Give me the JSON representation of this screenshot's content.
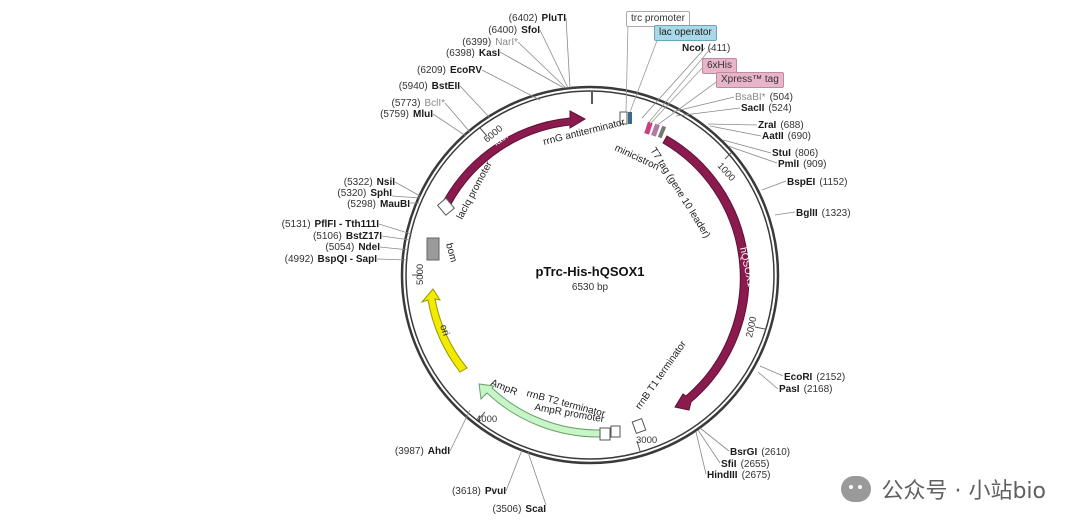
{
  "plasmid": {
    "name": "pTrc-His-hQSOX1",
    "size_label": "6530 bp",
    "total_bp": 6530
  },
  "colors": {
    "backbone": "#3a3a3a",
    "hqsox1": "#8b1a4e",
    "laci": "#8b1a4e",
    "ampr": "#c8f5c8",
    "ori": "#f2ea00",
    "bom": "#9a9a9a",
    "lac_operator_box": "#a9d8e8",
    "his_box": "#e8b4c8",
    "xpress_box": "#e8b4c8"
  },
  "tags": {
    "trc_promoter": "trc promoter",
    "lac_operator": "lac operator",
    "his_tag": "6xHis",
    "xpress_tag": "Xpress™ tag"
  },
  "features": {
    "laci": "lacI",
    "laciq_promoter": "lacIq promoter",
    "bom": "bom",
    "ori": "ori",
    "ampr": "AmpR",
    "ampr_promoter": "AmpR promoter",
    "rrnb_t2": "rrnB T2 terminator",
    "rrnb_t1": "rrnB T1 terminator",
    "hqsox1": "hQSOX1",
    "t7_tag": "T7 tag (gene 10 leader)",
    "rrng": "rrnG antiterminator",
    "minicistron": "minicistron"
  },
  "ruler": [
    "1000",
    "2000",
    "3000",
    "4000",
    "5000",
    "6000"
  ],
  "sites": [
    {
      "name": "PluTI",
      "pos": "(6402)",
      "dim": false
    },
    {
      "name": "SfoI",
      "pos": "(6400)",
      "dim": false
    },
    {
      "name": "NarI*",
      "pos": "(6399)",
      "dim": true
    },
    {
      "name": "KasI",
      "pos": "(6398)",
      "dim": false
    },
    {
      "name": "EcoRV",
      "pos": "(6209)",
      "dim": false
    },
    {
      "name": "BstEII",
      "pos": "(5940)",
      "dim": false
    },
    {
      "name": "BclI*",
      "pos": "(5773)",
      "dim": true
    },
    {
      "name": "MluI",
      "pos": "(5759)",
      "dim": false
    },
    {
      "name": "NsiI",
      "pos": "(5322)",
      "dim": false
    },
    {
      "name": "SphI",
      "pos": "(5320)",
      "dim": false
    },
    {
      "name": "MauBI",
      "pos": "(5298)",
      "dim": false
    },
    {
      "name": "PflFI - Tth111I",
      "pos": "(5131)",
      "dim": false
    },
    {
      "name": "BstZ17I",
      "pos": "(5106)",
      "dim": false
    },
    {
      "name": "NdeI",
      "pos": "(5054)",
      "dim": false
    },
    {
      "name": "BspQI - SapI",
      "pos": "(4992)",
      "dim": false
    },
    {
      "name": "AhdI",
      "pos": "(3987)",
      "dim": false
    },
    {
      "name": "PvuI",
      "pos": "(3618)",
      "dim": false
    },
    {
      "name": "ScaI",
      "pos": "(3506)",
      "dim": false
    },
    {
      "name": "NcoI",
      "pos": "(411)",
      "dim": false
    },
    {
      "name": "BsaBI*",
      "pos": "(504)",
      "dim": true
    },
    {
      "name": "SacII",
      "pos": "(524)",
      "dim": false
    },
    {
      "name": "ZraI",
      "pos": "(688)",
      "dim": false
    },
    {
      "name": "AatII",
      "pos": "(690)",
      "dim": false
    },
    {
      "name": "StuI",
      "pos": "(806)",
      "dim": false
    },
    {
      "name": "PmlI",
      "pos": "(909)",
      "dim": false
    },
    {
      "name": "BspEI",
      "pos": "(1152)",
      "dim": false
    },
    {
      "name": "BglII",
      "pos": "(1323)",
      "dim": false
    },
    {
      "name": "EcoRI",
      "pos": "(2152)",
      "dim": false
    },
    {
      "name": "PasI",
      "pos": "(2168)",
      "dim": false
    },
    {
      "name": "BsrGI",
      "pos": "(2610)",
      "dim": false
    },
    {
      "name": "SfiI",
      "pos": "(2655)",
      "dim": false
    },
    {
      "name": "HindIII",
      "pos": "(2675)",
      "dim": false
    }
  ],
  "watermark": "公众号 · 小站bio"
}
